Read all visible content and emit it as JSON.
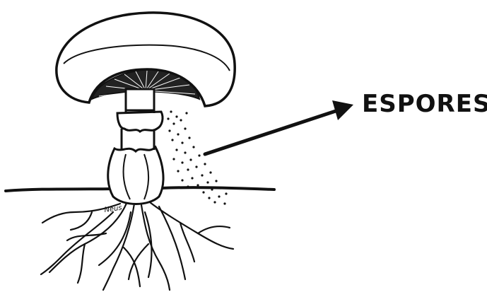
{
  "label": "ESPORES",
  "signature": "Neus",
  "colors": {
    "ink": "#111111",
    "paper": "#ffffff"
  },
  "parts": [
    "mushroom-cap",
    "gills",
    "stem",
    "ring",
    "volva",
    "ground-line",
    "roots",
    "spores",
    "arrow"
  ]
}
